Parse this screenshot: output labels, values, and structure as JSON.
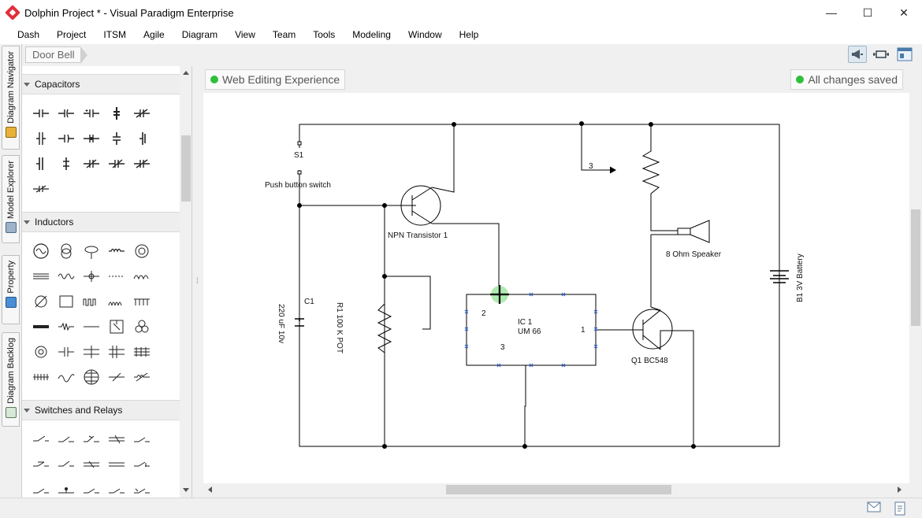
{
  "window": {
    "title": "Dolphin Project * - Visual Paradigm Enterprise",
    "minimize": "—",
    "maximize": "☐",
    "close": "✕"
  },
  "menu": [
    "Dash",
    "Project",
    "ITSM",
    "Agile",
    "Diagram",
    "View",
    "Team",
    "Tools",
    "Modeling",
    "Window",
    "Help"
  ],
  "breadcrumb": {
    "item": "Door Bell"
  },
  "left_tabs": [
    "Diagram Navigator",
    "Model Explorer",
    "Property",
    "Diagram Backlog"
  ],
  "palette": {
    "sections": [
      "Capacitors",
      "Inductors",
      "Switches and Relays"
    ]
  },
  "canvas": {
    "web_editing": "Web Editing Experience",
    "save_status": "All changes saved",
    "labels": {
      "s1": "S1",
      "push": "Push button switch",
      "npn": "NPN Transistor 1",
      "c1": "C1",
      "c1_value": "220 uF 10v",
      "r1": "R1 100 K POT",
      "speaker": "8 Ohm Speaker",
      "battery": "B1 3V Battery",
      "ic_name": "IC 1",
      "ic_type": "UM 66",
      "pin1": "1",
      "pin2": "2",
      "pin3": "3",
      "wire3": "3",
      "q1": "Q1 BC548"
    }
  }
}
